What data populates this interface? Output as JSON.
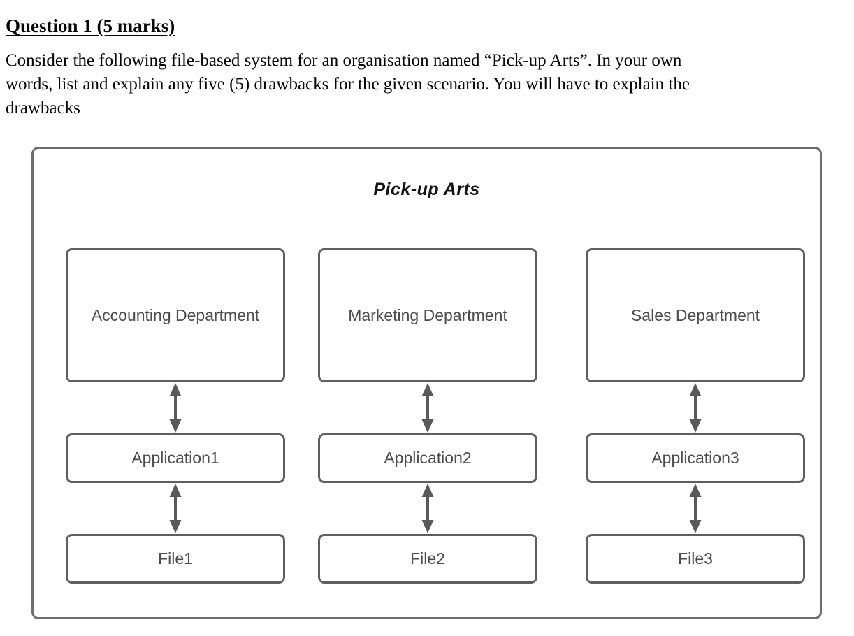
{
  "question": {
    "heading": "Question 1 (5 marks)",
    "body_lines": [
      "Consider the following file-based system for an organisation named “Pick-up Arts”. In your own",
      "words, list and explain any five (5) drawbacks for the given scenario. You will have to explain the",
      "drawbacks"
    ]
  },
  "diagram": {
    "title": "Pick-up Arts",
    "columns": [
      {
        "department": "Accounting Department",
        "application": "Application1",
        "file": "File1"
      },
      {
        "department": "Marketing Department",
        "application": "Application2",
        "file": "File2"
      },
      {
        "department": "Sales Department",
        "application": "Application3",
        "file": "File3"
      }
    ],
    "colors": {
      "border": "#5f5f5f",
      "text": "#4d4d4d",
      "arrow": "#595959",
      "frame": "#6e6e6e",
      "background": "#ffffff"
    }
  }
}
